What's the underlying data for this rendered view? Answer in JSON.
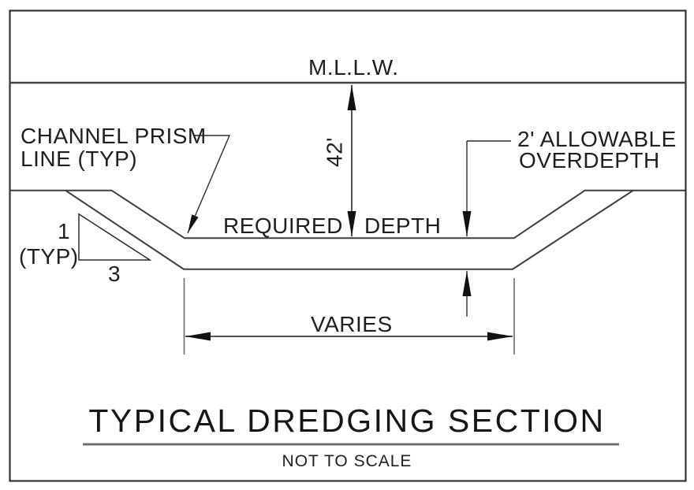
{
  "diagram": {
    "waterline_label": "M.L.L.W.",
    "depth_dimension_label": "42'",
    "required_depth_word1": "REQUIRED",
    "required_depth_word2": "DEPTH",
    "channel_prism_line1": "CHANNEL PRISM",
    "channel_prism_line2": "LINE (TYP)",
    "overdepth_line1": "2' ALLOWABLE",
    "overdepth_line2": "OVERDEPTH",
    "slope_rise": "1",
    "slope_typ": "(TYP)",
    "slope_run": "3",
    "bottom_width_label": "VARIES"
  },
  "title_block": {
    "title": "TYPICAL DREDGING SECTION",
    "subtitle": "NOT TO SCALE"
  },
  "colors": {
    "thin_line": "#2b2b2b",
    "heavy_line": "#454545",
    "gray_line": "#6e6e6e",
    "text": "#1a1a1a",
    "background": "#ffffff"
  }
}
